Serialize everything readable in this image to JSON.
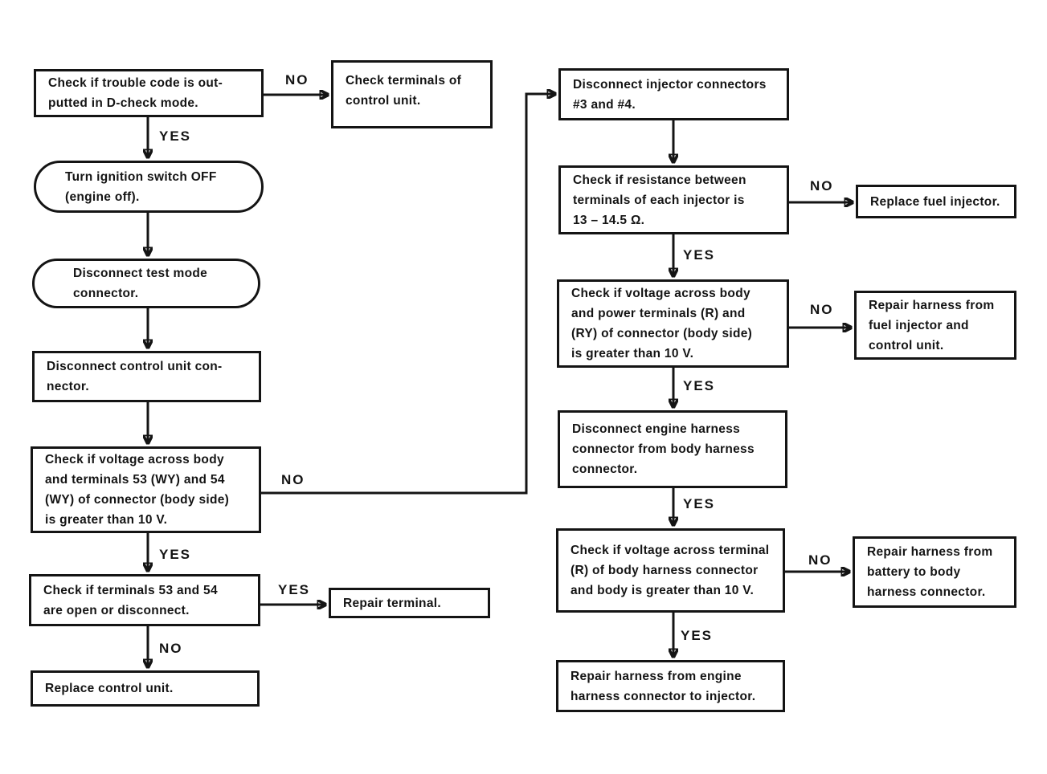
{
  "colors": {
    "ink": "#141414",
    "background": "#ffffff"
  },
  "labels": {
    "yes": "YES",
    "no": "NO"
  },
  "nodes": {
    "check_trouble_code": "Check if trouble code is out-\nputted in D-check mode.",
    "check_terminals_control_unit": "Check terminals of\ncontrol unit.",
    "turn_ignition_off": "Turn ignition switch OFF\n(engine off).",
    "disconnect_test_mode": "Disconnect test mode\nconnector.",
    "disconnect_control_unit": "Disconnect control unit con-\nnector.",
    "check_voltage_53_54": "Check if voltage across body\nand terminals 53 (WY) and 54\n(WY) of connector (body side)\nis greater than 10 V.",
    "check_terminals_53_54": "Check if terminals 53 and 54\nare open or disconnect.",
    "repair_terminal": "Repair terminal.",
    "replace_control_unit": "Replace control unit.",
    "disconnect_injectors": "Disconnect injector connectors\n#3 and #4.",
    "check_resistance": "Check if resistance between\nterminals of each injector is\n13 – 14.5 Ω.",
    "replace_fuel_injector": "Replace fuel injector.",
    "check_voltage_r_ry": "Check if voltage across body\nand power terminals (R) and\n(RY) of connector (body side)\nis greater than 10 V.",
    "repair_harness_fuel_injector": "Repair harness from\nfuel injector and\ncontrol unit.",
    "disconnect_engine_harness": "Disconnect engine harness\nconnector from body harness\nconnector.",
    "check_voltage_r_body": "Check if voltage across terminal\n(R) of body harness connector\nand body is greater than 10 V.",
    "repair_harness_battery": "Repair harness from\nbattery to body\nharness connector.",
    "repair_harness_engine_injector": "Repair harness from engine\nharness connector to injector."
  }
}
